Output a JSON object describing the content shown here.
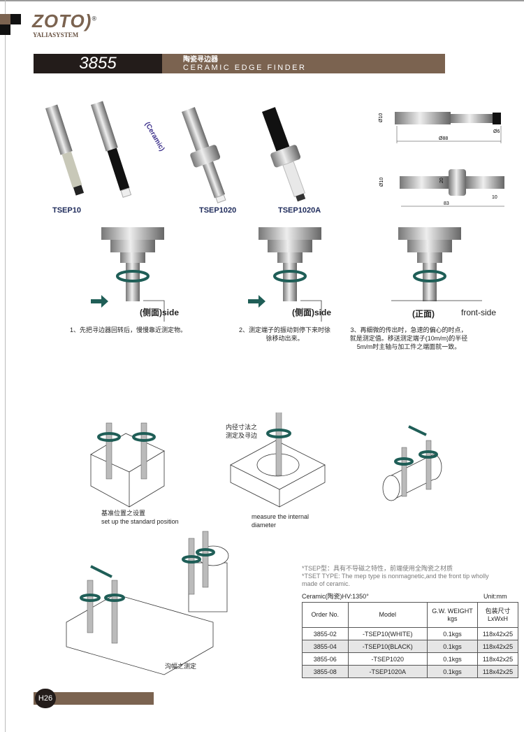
{
  "brand": {
    "name": "ZOTO)",
    "registered": "®",
    "sub": "YALIASYSTEM"
  },
  "header": {
    "code": "3855",
    "title_cn": "陶瓷寻边器",
    "title_en": "CERAMIC EDGE FINDER"
  },
  "products": {
    "labels": [
      "TSEP10",
      "TSEP1020",
      "TSEP1020A"
    ],
    "ceramic_tag": "(Ceramic)"
  },
  "dimensions": {
    "d1": [
      "Ø10",
      "Ø88",
      "Ø6"
    ],
    "d2": [
      "Ø10",
      "20",
      "83",
      "10"
    ]
  },
  "steps": [
    {
      "label": "(侧面)side",
      "caption": "1、先把寻边器回转后，慢慢靠近测定物。"
    },
    {
      "label": "(侧面)side",
      "caption": "2、测定端子的振动到停下来时徐徐移动出来。"
    },
    {
      "label": "(正面)",
      "label2": "front-side",
      "caption": "3、再细微的传出时，急速的偏心的时点，就是测定值。移送测定端子(10m/m)的半径5m/m时主轴与加工件之端面就一致。"
    }
  ],
  "applications": {
    "standard_cn": "基准位置之设置",
    "standard_en": "set up the standard position",
    "internal_cn": "内径寸法之测定及寻边",
    "internal_en": "measure the internal diameter",
    "groove_cn": "沟幅之测定"
  },
  "notes": {
    "cn": "*TSEP型：具有不导磁之特性，前端使用全陶瓷之材质",
    "en": "*TSET TYPE: The mep type is nonmagnetic,and the front tip wholly made of ceramic."
  },
  "table": {
    "caption_left": "Ceramic(陶瓷)HV:1350°",
    "caption_right": "Unit:mm",
    "headers": [
      "Order No.",
      "Model",
      "G.W. WEIGHT kgs",
      "包装尺寸 LxWxH"
    ],
    "rows": [
      [
        "3855-02",
        "-TSEP10(WHITE)",
        "0.1kgs",
        "118x42x25"
      ],
      [
        "3855-04",
        "-TSEP10(BLACK)",
        "0.1kgs",
        "118x42x25"
      ],
      [
        "3855-06",
        "-TSEP1020",
        "0.1kgs",
        "118x42x25"
      ],
      [
        "3855-08",
        "-TSEP1020A",
        "0.1kgs",
        "118x42x25"
      ]
    ]
  },
  "page": "H26",
  "colors": {
    "brown": "#7b6350",
    "dark": "#231c1a",
    "arrow": "#1f5e57"
  }
}
